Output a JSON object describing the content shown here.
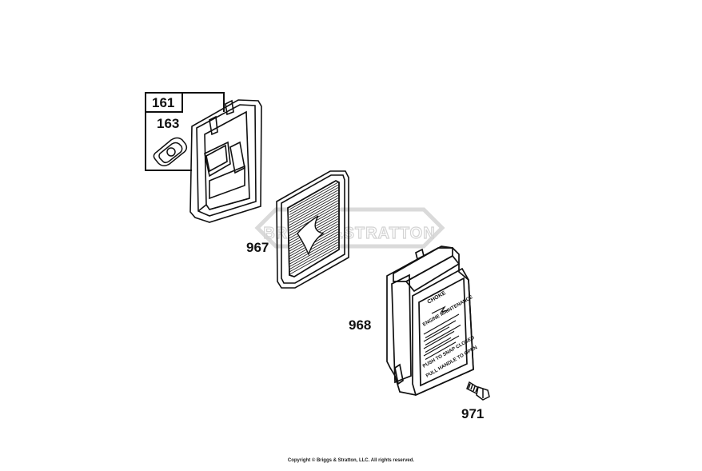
{
  "watermark": {
    "text": "BRIGGS&STRATTON"
  },
  "parts": {
    "p161": "161",
    "p163": "163",
    "p967": "967",
    "p968": "968",
    "p971": "971"
  },
  "cover_decal": {
    "choke_text": "CHOKE",
    "title": "ENGINE MAINTENANCE",
    "push_text": "PUSH TO SNAP CLOSED",
    "pull_text": "PULL HANDLE TO OPEN"
  },
  "footer": {
    "copyright": "Copyright © Briggs & Stratton, LLC. All rights reserved."
  },
  "colors": {
    "line": "#111111",
    "watermark": "#d9d9d9"
  }
}
